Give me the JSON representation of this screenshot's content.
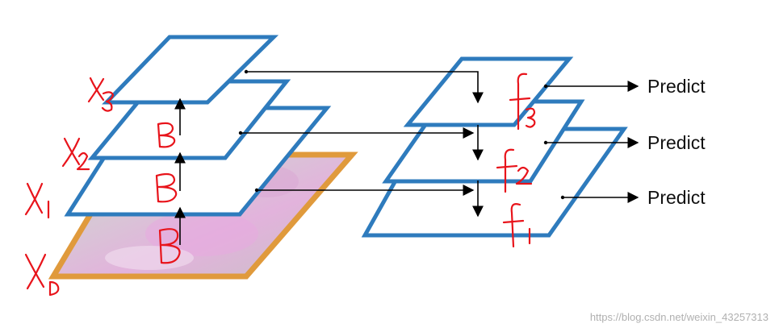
{
  "predict_labels": [
    "Predict",
    "Predict",
    "Predict"
  ],
  "watermark": "https://blog.csdn.net/weixin_43257313",
  "colors": {
    "layer_stroke": "#2e7bbd",
    "image_frame": "#e09a3c",
    "handwriting": "#e8141b",
    "arrow": "#000000"
  }
}
